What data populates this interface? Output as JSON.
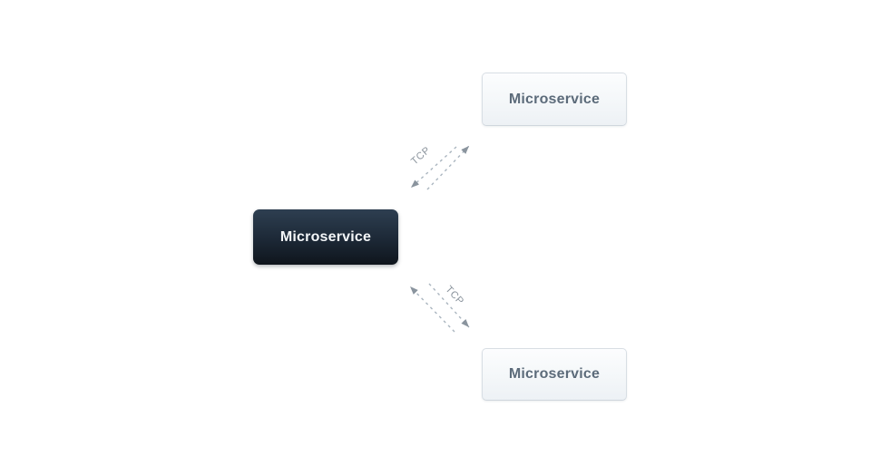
{
  "diagram": {
    "nodes": [
      {
        "id": "microservice-left",
        "label": "Microservice",
        "variant": "dark"
      },
      {
        "id": "microservice-top-right",
        "label": "Microservice",
        "variant": "light"
      },
      {
        "id": "microservice-bottom-right",
        "label": "Microservice",
        "variant": "light"
      }
    ],
    "edges": [
      {
        "label": "TCP",
        "from": "microservice-left",
        "to": "microservice-top-right",
        "style": "dashed",
        "bidirectional": true
      },
      {
        "label": "TCP",
        "from": "microservice-left",
        "to": "microservice-bottom-right",
        "style": "dashed",
        "bidirectional": true
      }
    ],
    "colors": {
      "background": "#ffffff",
      "node_dark_gradient_top": "#2e3f51",
      "node_dark_gradient_bottom": "#0f151c",
      "node_dark_text": "#f3f6f8",
      "node_light_gradient_top": "#fcfdfe",
      "node_light_gradient_bottom": "#edf1f5",
      "node_light_border": "#d8dee4",
      "node_light_text": "#5c6b7a",
      "edge_dash": "#aab5bf",
      "edge_arrow": "#8a949e",
      "edge_label_text": "#8a939c"
    }
  }
}
